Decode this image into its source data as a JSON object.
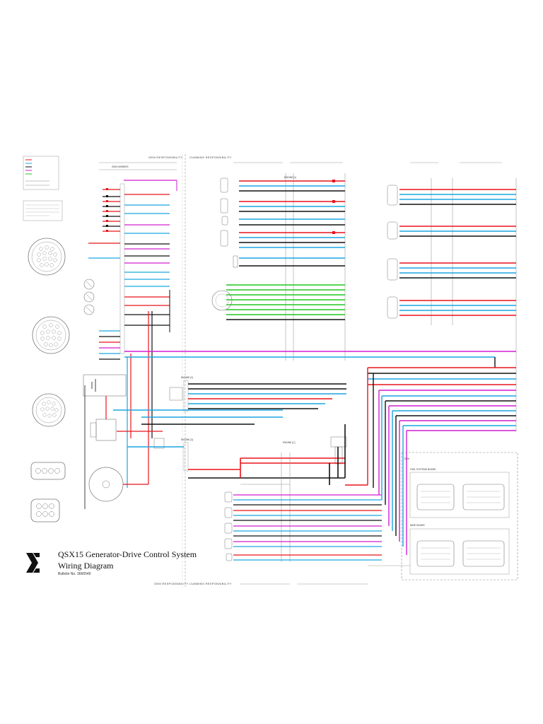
{
  "title_block": {
    "title": "QSX15 Generator-Drive Control System",
    "subtitle": "Wiring Diagram",
    "bulletin": "Bulletin No. 3666549"
  },
  "responsibility": {
    "oem": "OEM RESPONSIBILITY",
    "cummins": "CUMMINS RESPONSIBILITY"
  },
  "connectors": {
    "engine_1": "ENGINE (1)",
    "engine_2": "ENGINE (2)",
    "engine_3": "ENGINE (3)",
    "engine_c": "ENGINE (C)",
    "oem_harness": "OEM HARNESS"
  },
  "ecm": {
    "label": "ECM",
    "fuel_systems_board": "FUEL SYSTEMS BOARD",
    "base_board": "BASE BOARD"
  },
  "colors": {
    "red": "#e8141b",
    "black": "#111111",
    "blue": "#1aa6e0",
    "magenta": "#d21ed2",
    "green": "#22c51e",
    "gray": "#888888"
  }
}
